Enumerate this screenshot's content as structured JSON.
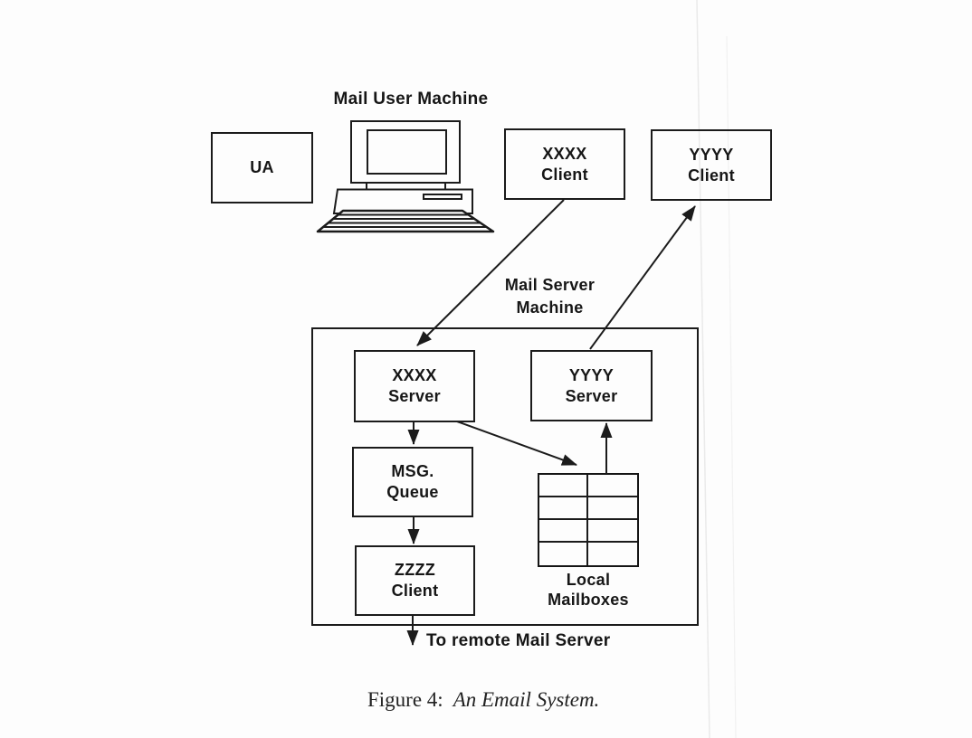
{
  "page": {
    "paper_color": "#fdfdfd",
    "ink_color": "#1b1b1b",
    "caption": {
      "prefix": "Figure 4:",
      "title_italic": "An Email System."
    }
  },
  "diagram": {
    "labels": {
      "mail_user_machine": "Mail User Machine",
      "mail_server_machine_line1": "Mail Server",
      "mail_server_machine_line2": "Machine",
      "local_mailboxes_line1": "Local",
      "local_mailboxes_line2": "Mailboxes",
      "to_remote_mail_server": "To remote Mail Server"
    },
    "nodes": {
      "ua": {
        "line1": "UA"
      },
      "xxxx_client": {
        "line1": "XXXX",
        "line2": "Client"
      },
      "yyyy_client": {
        "line1": "YYYY",
        "line2": "Client"
      },
      "xxxx_server": {
        "line1": "XXXX",
        "line2": "Server"
      },
      "yyyy_server": {
        "line1": "YYYY",
        "line2": "Server"
      },
      "msg_queue": {
        "line1": "MSG.",
        "line2": "Queue"
      },
      "zzzz_client": {
        "line1": "ZZZZ",
        "line2": "Client"
      }
    },
    "mailbox_grid": {
      "columns": 2,
      "rows": 4
    },
    "icons": {
      "computer": "desktop-computer-icon"
    },
    "connections": [
      {
        "from": "XXXX Client",
        "to": "XXXX Server"
      },
      {
        "from": "YYYY Server",
        "to": "YYYY Client"
      },
      {
        "from": "XXXX Server",
        "to": "MSG. Queue"
      },
      {
        "from": "MSG. Queue",
        "to": "ZZZZ Client"
      },
      {
        "from": "XXXX Server",
        "to": "Local Mailboxes"
      },
      {
        "from": "Local Mailboxes",
        "to": "YYYY Server"
      },
      {
        "from": "ZZZZ Client",
        "to": "remote Mail Server"
      }
    ]
  }
}
